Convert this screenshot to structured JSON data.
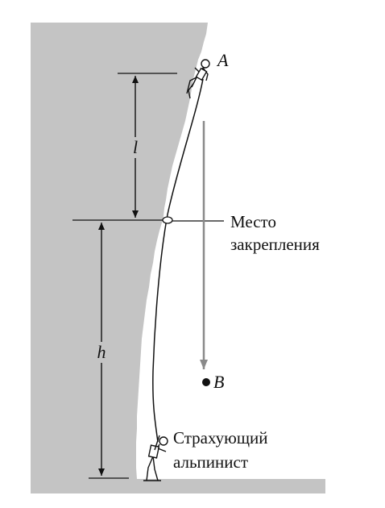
{
  "labels": {
    "point_a": "A",
    "point_b": "B",
    "length_l": "l",
    "height_h": "h",
    "anchor_line1": "Место",
    "anchor_line2": "закрепления",
    "belayer_line1": "Страхующий",
    "belayer_line2": "альпинист"
  },
  "colors": {
    "rock": "#c4c4c4",
    "fall_arrow": "#8a8a8a",
    "ink": "#111111"
  },
  "icons": {
    "climber": "climber-figure-icon",
    "belayer": "belayer-figure-icon",
    "anchor": "anchor-ring-icon"
  }
}
